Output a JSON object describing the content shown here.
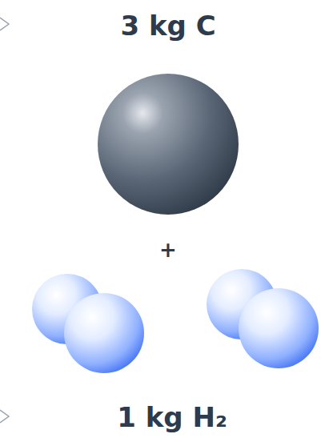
{
  "diagram": {
    "labels": [
      "3 kg C",
      "+",
      "1 kg H₂"
    ]
  }
}
